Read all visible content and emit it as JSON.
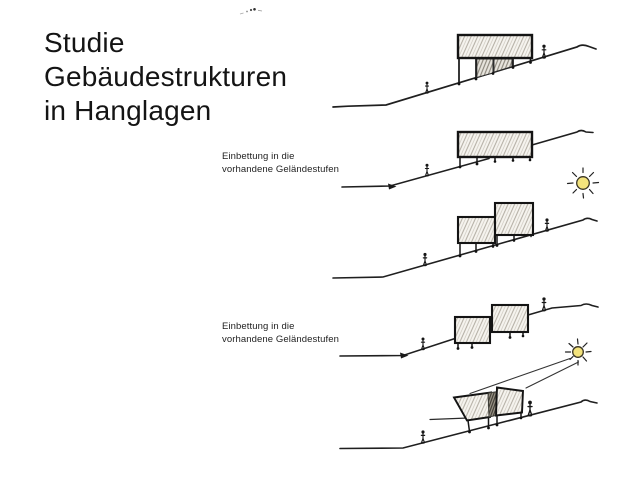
{
  "title": {
    "lines": [
      "Studie",
      "Gebäudestrukturen",
      "in Hanglagen"
    ]
  },
  "annotations": [
    {
      "line1": "Einbettung in die",
      "line2": "vorhandene Geländestufen"
    },
    {
      "line1": "Einbettung in die",
      "line2": "vorhandene Geländestufen"
    }
  ],
  "icons": {
    "sun": "☀"
  },
  "colors": {
    "background": "#ffffff",
    "ink": "#1a1a1a",
    "pencil_hatch": "#a7a196",
    "mid_hatch": "#7f7a6f",
    "dark_hatch": "#413d35",
    "sun_fill": "#f3e37c",
    "sun_stroke": "#3a3524"
  }
}
